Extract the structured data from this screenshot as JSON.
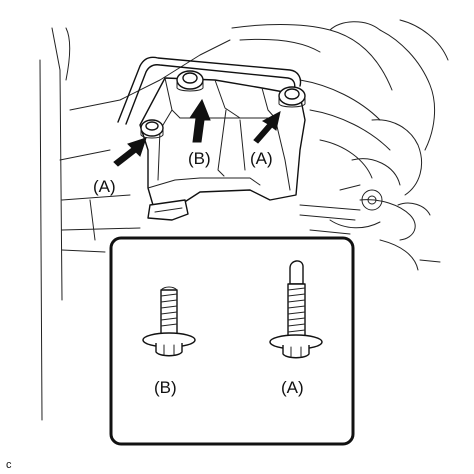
{
  "labels": {
    "callout_a_left": "(A)",
    "callout_b": "(B)",
    "callout_a_right": "(A)",
    "inset_b": "(B)",
    "inset_a": "(A)",
    "corner_mark": "c"
  },
  "icons": {
    "pointer": "black-arrow-icon",
    "fastener": "flange-bolt-icon"
  },
  "colors": {
    "line": "#111111",
    "background": "#ffffff"
  }
}
